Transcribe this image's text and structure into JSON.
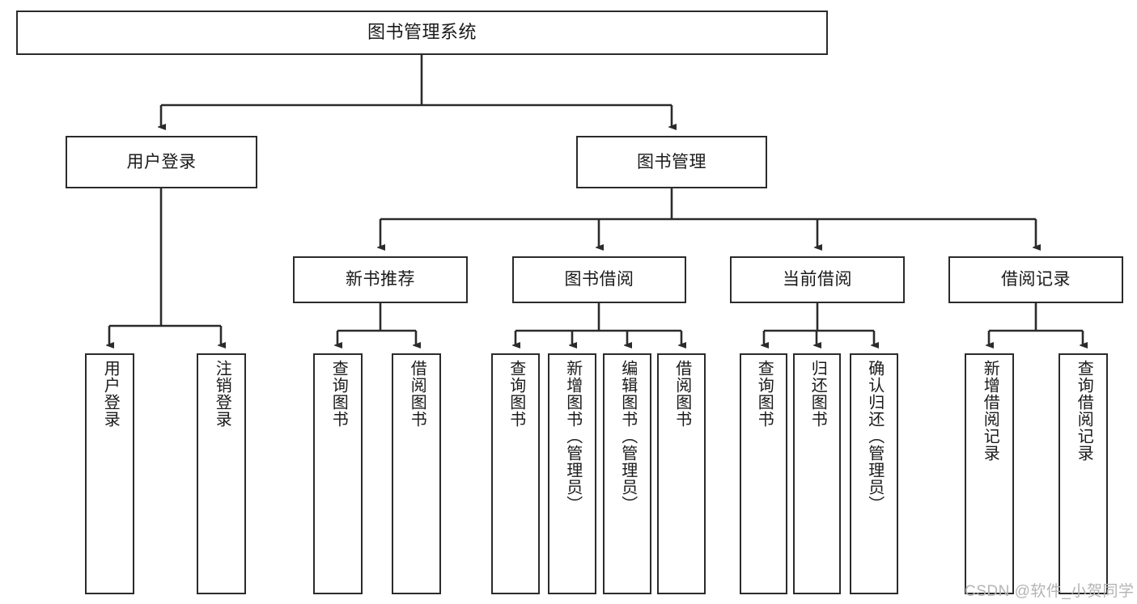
{
  "diagram": {
    "title": "图书管理系统",
    "type": "hierarchy-tree",
    "orientation": "top-down",
    "style": {
      "box_border_color": "#2b2b2b",
      "box_fill_color": "#ffffff",
      "connector_color": "#2b2b2b",
      "text_color": "#1a1a1a",
      "background": "#ffffff"
    }
  },
  "nodes": {
    "root": {
      "label": "图书管理系统",
      "level": 0
    },
    "level1": [
      {
        "id": "user_login",
        "label": "用户登录"
      },
      {
        "id": "book_manage",
        "label": "图书管理"
      }
    ],
    "level2": [
      {
        "id": "new_book_rec",
        "label": "新书推荐",
        "parent": "book_manage"
      },
      {
        "id": "book_borrow",
        "label": "图书借阅",
        "parent": "book_manage"
      },
      {
        "id": "current_borrow",
        "label": "当前借阅",
        "parent": "book_manage"
      },
      {
        "id": "borrow_record",
        "label": "借阅记录",
        "parent": "book_manage"
      }
    ],
    "leaves": [
      {
        "id": "leaf_user_login",
        "label": "用户登录",
        "parent": "user_login"
      },
      {
        "id": "leaf_user_logout",
        "label": "注销登录",
        "parent": "user_login"
      },
      {
        "id": "leaf_rec_query",
        "label": "查询图书",
        "parent": "new_book_rec"
      },
      {
        "id": "leaf_rec_borrow",
        "label": "借阅图书",
        "parent": "new_book_rec"
      },
      {
        "id": "leaf_borrow_query",
        "label": "查询图书",
        "parent": "book_borrow"
      },
      {
        "id": "leaf_borrow_add",
        "label": "新增图书（管理员）",
        "parent": "book_borrow"
      },
      {
        "id": "leaf_borrow_edit",
        "label": "编辑图书（管理员）",
        "parent": "book_borrow"
      },
      {
        "id": "leaf_borrow_lend",
        "label": "借阅图书",
        "parent": "book_borrow"
      },
      {
        "id": "leaf_cur_query",
        "label": "查询图书",
        "parent": "current_borrow"
      },
      {
        "id": "leaf_cur_return",
        "label": "归还图书",
        "parent": "current_borrow"
      },
      {
        "id": "leaf_cur_confirm",
        "label": "确认归还（管理员）",
        "parent": "current_borrow"
      },
      {
        "id": "leaf_rec_add",
        "label": "新增借阅记录",
        "parent": "borrow_record"
      },
      {
        "id": "leaf_rec_query2",
        "label": "查询借阅记录",
        "parent": "borrow_record"
      }
    ]
  },
  "watermark": {
    "text": "CSDN @软件_小贺同学"
  }
}
